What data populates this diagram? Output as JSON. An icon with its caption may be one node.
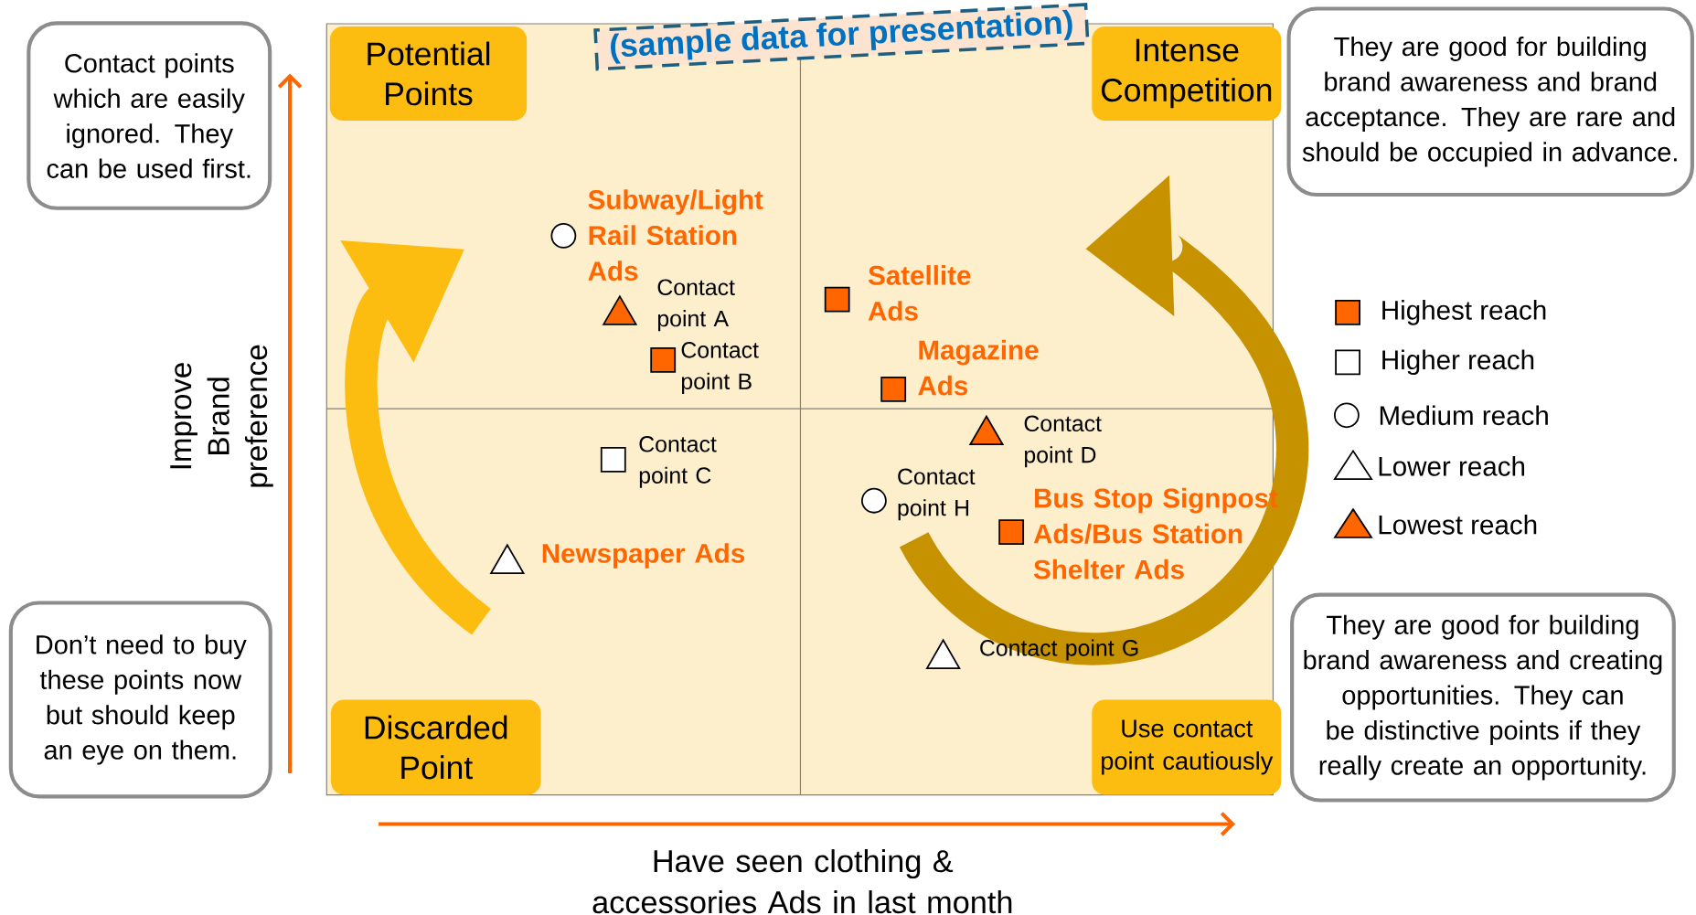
{
  "diagram": {
    "title": "(sample data for presentation)",
    "nodes": [
      {
        "text": [
          "Potential Points"
        ]
      },
      {
        "text": [
          "Intense Competition"
        ]
      },
      {
        "text": [
          "Discarded Point"
        ]
      },
      {
        "text": [
          "Use contact point cautiously"
        ]
      },
      {
        "text": [
          "Contact points which are easily ignored. They can be used first."
        ]
      },
      {
        "text": [
          "They are good for building brand awareness and brand acceptance. They are rare and should be occupied in advance."
        ]
      },
      {
        "text": [
          "Don’t need to buy these points now but should keep an eye on them."
        ]
      },
      {
        "text": [
          "They are good for building brand awareness and creating opportunities. They can be distinctive points if they really create an opportunity."
        ]
      }
    ],
    "labels": [
      "Subway/Light Rail Station Ads",
      "Contact point A",
      "Satellite Ads",
      "Contact point B",
      "Magazine Ads",
      "Improve Brand preference",
      "Contact point D",
      "Contact point C",
      "Contact point H",
      "Bus Stop Signpost Ads/Bus Station Shelter Ads",
      "Newspaper Ads",
      "Contact point G",
      "Have seen clothing & accessories Ads in last month"
    ],
    "legend": [
      {
        "text": "Highest reach"
      },
      {
        "text": "Higher reach"
      },
      {
        "text": "Medium reach"
      },
      {
        "text": "Lower reach"
      },
      {
        "text": "Lowest reach"
      }
    ]
  }
}
